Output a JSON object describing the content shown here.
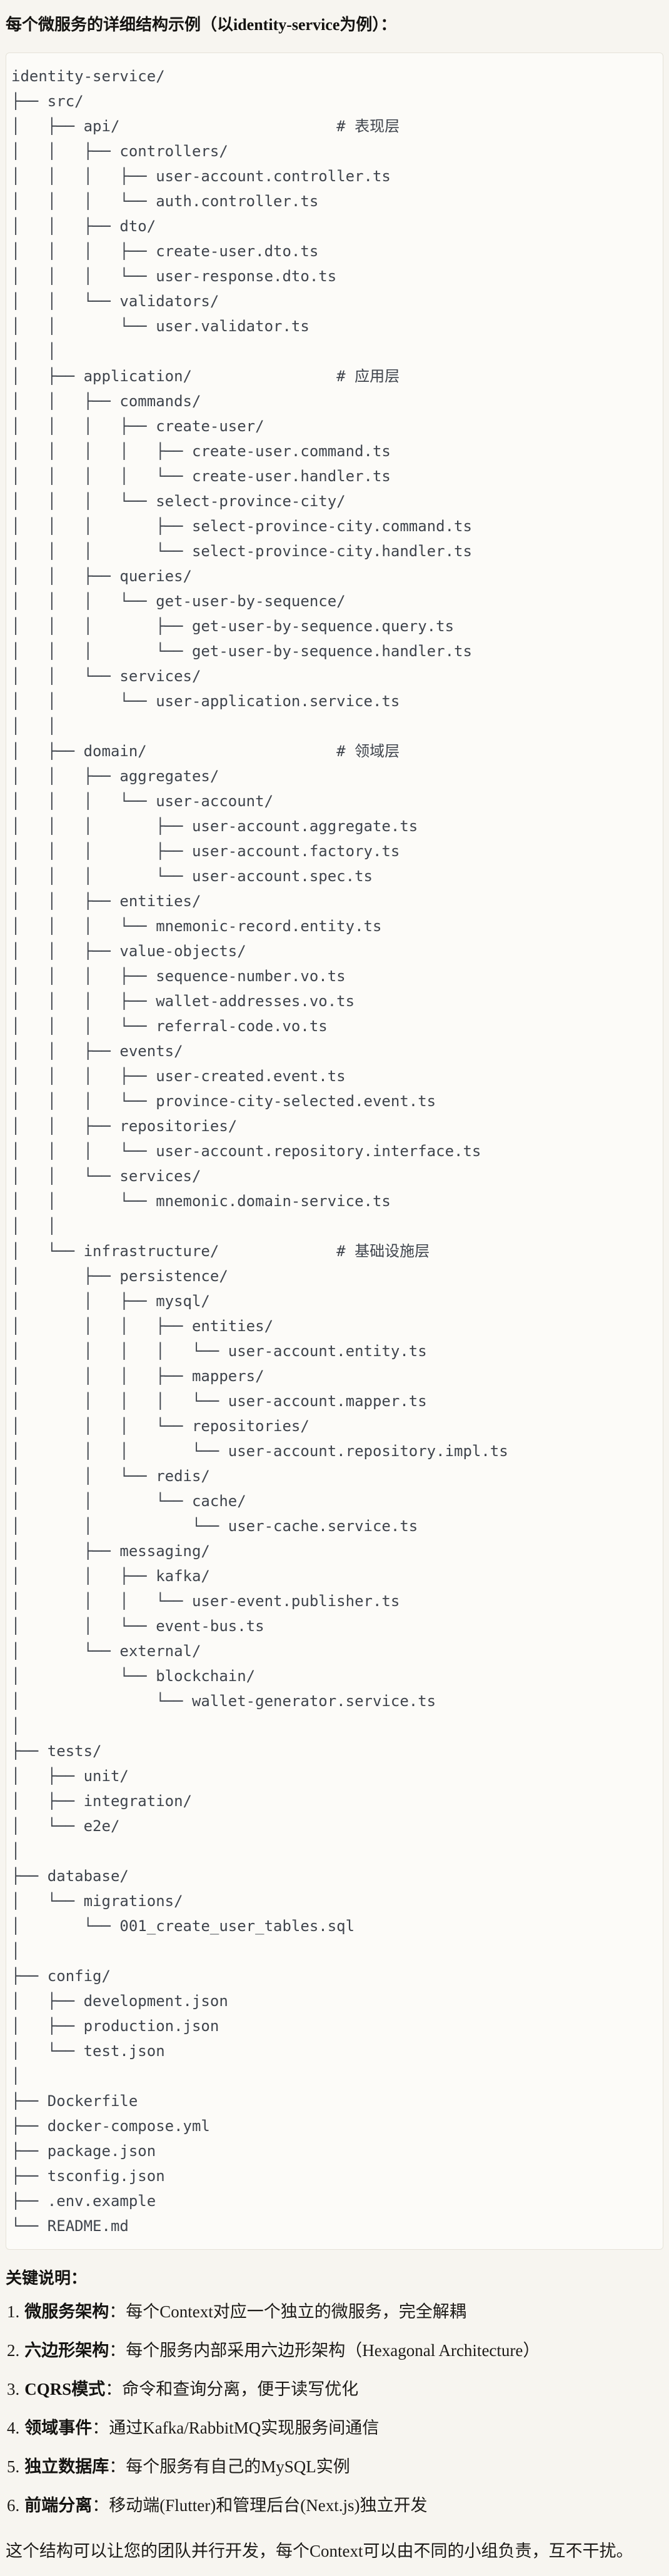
{
  "page": {
    "title": "每个微服务的详细结构示例（以identity-service为例）："
  },
  "code_block": {
    "language": "plain-text-file-tree",
    "root": "identity-service/",
    "layer_comments": [
      "# 表现层",
      "# 应用层",
      "# 领域层",
      "# 基础设施层"
    ],
    "tree_lines": [
      "identity-service/",
      "├── src/",
      "│   ├── api/                        # 表现层",
      "│   │   ├── controllers/",
      "│   │   │   ├── user-account.controller.ts",
      "│   │   │   └── auth.controller.ts",
      "│   │   ├── dto/",
      "│   │   │   ├── create-user.dto.ts",
      "│   │   │   └── user-response.dto.ts",
      "│   │   └── validators/",
      "│   │       └── user.validator.ts",
      "│   │",
      "│   ├── application/                # 应用层",
      "│   │   ├── commands/",
      "│   │   │   ├── create-user/",
      "│   │   │   │   ├── create-user.command.ts",
      "│   │   │   │   └── create-user.handler.ts",
      "│   │   │   └── select-province-city/",
      "│   │   │       ├── select-province-city.command.ts",
      "│   │   │       └── select-province-city.handler.ts",
      "│   │   ├── queries/",
      "│   │   │   └── get-user-by-sequence/",
      "│   │   │       ├── get-user-by-sequence.query.ts",
      "│   │   │       └── get-user-by-sequence.handler.ts",
      "│   │   └── services/",
      "│   │       └── user-application.service.ts",
      "│   │",
      "│   ├── domain/                     # 领域层",
      "│   │   ├── aggregates/",
      "│   │   │   └── user-account/",
      "│   │   │       ├── user-account.aggregate.ts",
      "│   │   │       ├── user-account.factory.ts",
      "│   │   │       └── user-account.spec.ts",
      "│   │   ├── entities/",
      "│   │   │   └── mnemonic-record.entity.ts",
      "│   │   ├── value-objects/",
      "│   │   │   ├── sequence-number.vo.ts",
      "│   │   │   ├── wallet-addresses.vo.ts",
      "│   │   │   └── referral-code.vo.ts",
      "│   │   ├── events/",
      "│   │   │   ├── user-created.event.ts",
      "│   │   │   └── province-city-selected.event.ts",
      "│   │   ├── repositories/",
      "│   │   │   └── user-account.repository.interface.ts",
      "│   │   └── services/",
      "│   │       └── mnemonic.domain-service.ts",
      "│   │",
      "│   └── infrastructure/             # 基础设施层",
      "│       ├── persistence/",
      "│       │   ├── mysql/",
      "│       │   │   ├── entities/",
      "│       │   │   │   └── user-account.entity.ts",
      "│       │   │   ├── mappers/",
      "│       │   │   │   └── user-account.mapper.ts",
      "│       │   │   └── repositories/",
      "│       │   │       └── user-account.repository.impl.ts",
      "│       │   └── redis/",
      "│       │       └── cache/",
      "│       │           └── user-cache.service.ts",
      "│       ├── messaging/",
      "│       │   ├── kafka/",
      "│       │   │   └── user-event.publisher.ts",
      "│       │   └── event-bus.ts",
      "│       └── external/",
      "│           └── blockchain/",
      "│               └── wallet-generator.service.ts",
      "│",
      "├── tests/",
      "│   ├── unit/",
      "│   ├── integration/",
      "│   └── e2e/",
      "│",
      "├── database/",
      "│   └── migrations/",
      "│       └── 001_create_user_tables.sql",
      "│",
      "├── config/",
      "│   ├── development.json",
      "│   ├── production.json",
      "│   └── test.json",
      "│",
      "├── Dockerfile",
      "├── docker-compose.yml",
      "├── package.json",
      "├── tsconfig.json",
      "├── .env.example",
      "└── README.md"
    ]
  },
  "notes": {
    "heading": "关键说明：",
    "items": [
      {
        "num": "1.",
        "label": "微服务架构",
        "text": "：每个Context对应一个独立的微服务，完全解耦"
      },
      {
        "num": "2.",
        "label": "六边形架构",
        "text": "：每个服务内部采用六边形架构（Hexagonal Architecture）"
      },
      {
        "num": "3.",
        "label": "CQRS模式",
        "text": "：命令和查询分离，便于读写优化"
      },
      {
        "num": "4.",
        "label": "领域事件",
        "text": "：通过Kafka/RabbitMQ实现服务间通信"
      },
      {
        "num": "5.",
        "label": "独立数据库",
        "text": "：每个服务有自己的MySQL实例"
      },
      {
        "num": "6.",
        "label": "前端分离",
        "text": "：移动端(Flutter)和管理后台(Next.js)独立开发"
      }
    ],
    "footer": "这个结构可以让您的团队并行开发，每个Context可以由不同的小组负责，互不干扰。"
  },
  "colors": {
    "page_background": "#f7f5f0",
    "code_background": "#fcfbf8",
    "code_border": "#e5e2d9",
    "code_text": "#3f444c",
    "heading_text": "#141311",
    "body_text": "#1d1b18"
  }
}
